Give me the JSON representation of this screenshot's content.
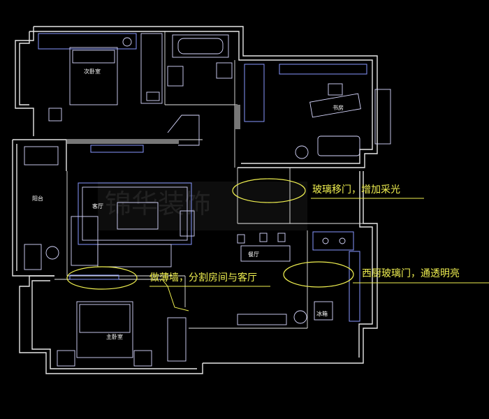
{
  "rooms": {
    "second_bedroom": "次卧室",
    "study": "书房",
    "balcony": "阳台",
    "living_room": "客厅",
    "dining_room": "餐厅",
    "master_bedroom": "主卧室",
    "fridge": "冰箱"
  },
  "annotations": {
    "glass_sliding_door": "玻璃移门，增加采光",
    "thin_wall": "做薄墙，分割房间与客厅",
    "kitchen_glass_door": "西厨玻璃门，通透明亮"
  },
  "watermark": "锦华装饰",
  "colors": {
    "background": "#000000",
    "walls": "#e6e6e6",
    "furniture": "#8899ff",
    "annotation": "#f0f050"
  }
}
